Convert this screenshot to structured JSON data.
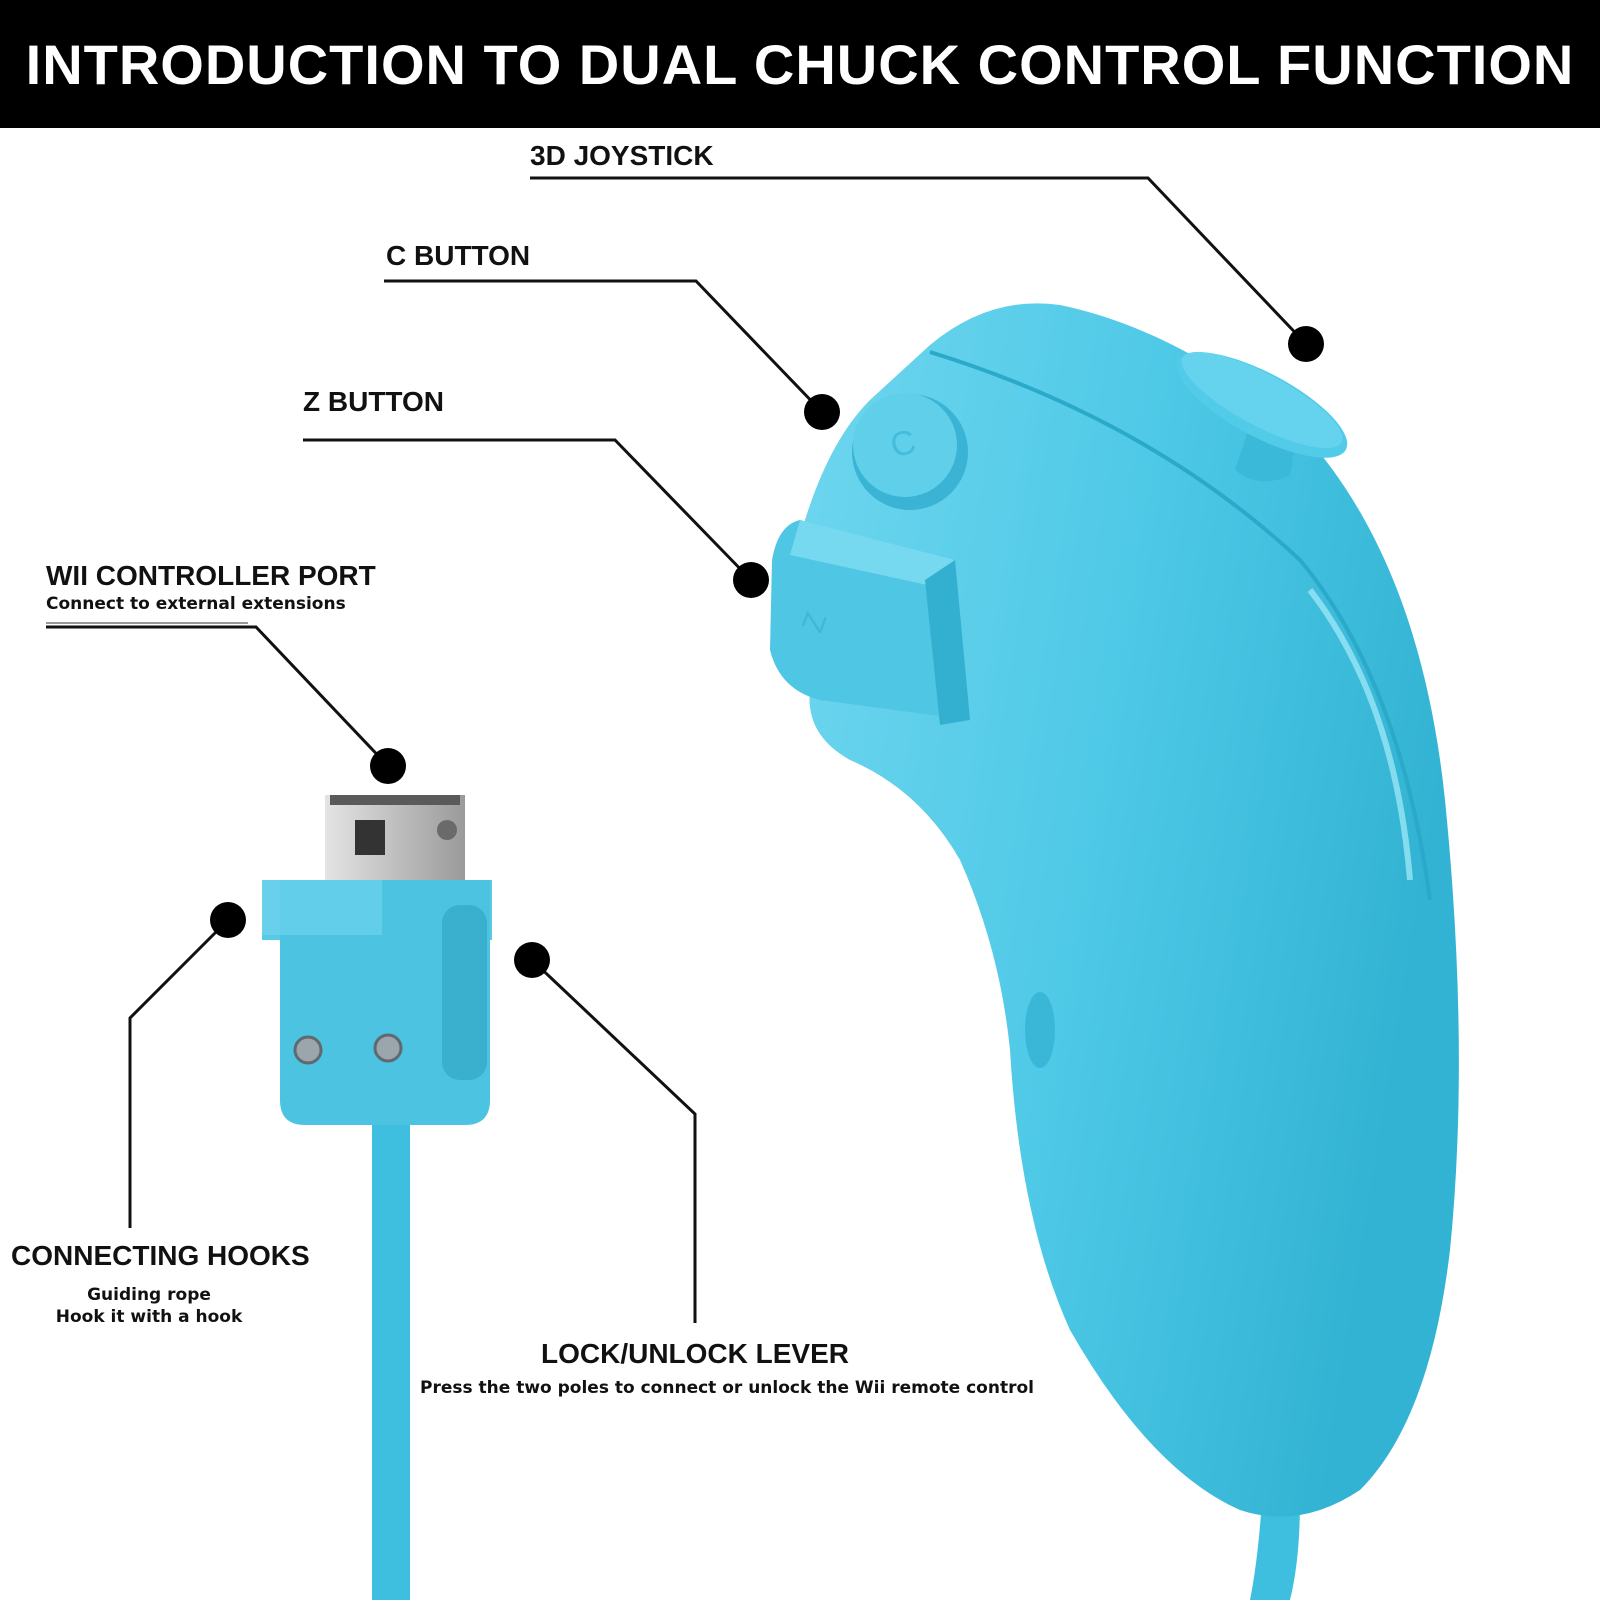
{
  "header": {
    "title": "INTRODUCTION TO DUAL CHUCK CONTROL FUNCTION"
  },
  "callouts": {
    "joystick": {
      "label": "3D JOYSTICK"
    },
    "c_button": {
      "label": "C BUTTON"
    },
    "z_button": {
      "label": "Z BUTTON"
    },
    "port": {
      "label": "WII CONTROLLER PORT",
      "description": "Connect to external extensions"
    },
    "hooks": {
      "label": "CONNECTING HOOKS",
      "description_line1": "Guiding rope",
      "description_line2": "Hook it with a hook"
    },
    "lever": {
      "label": "LOCK/UNLOCK LEVER",
      "description": "Press the two poles to connect or unlock the Wii remote control"
    }
  },
  "controller": {
    "c_glyph": "C",
    "z_glyph": "Z",
    "color": "#4cc8e6",
    "color_light": "#7ddcf2",
    "color_dark": "#2aa9c9"
  }
}
